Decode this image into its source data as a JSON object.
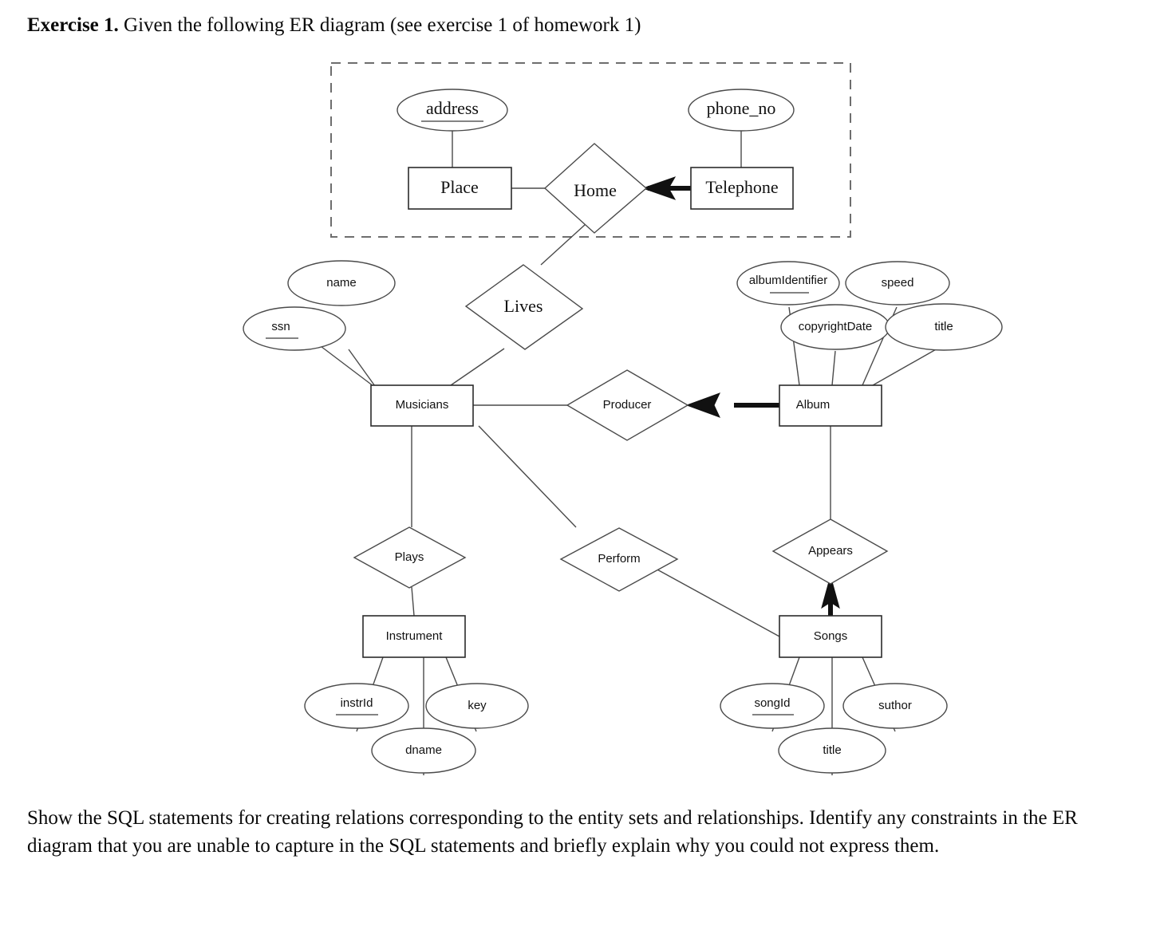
{
  "document": {
    "exercise_label": "Exercise 1.",
    "exercise_text": " Given the following ER diagram (see exercise 1 of homework 1)",
    "closing_paragraph": "Show the SQL statements for creating relations corresponding to the entity sets and relationships. Identify any constraints in the ER diagram that you are unable to capture in the SQL statements and briefly explain why you could not express them."
  },
  "diagram": {
    "type": "entity-relationship-diagram",
    "weak_entity_group_label": "",
    "entities": [
      {
        "id": "place",
        "name": "Place",
        "weak": true
      },
      {
        "id": "telephone",
        "name": "Telephone",
        "weak": true
      },
      {
        "id": "musicians",
        "name": "Musicians",
        "weak": false
      },
      {
        "id": "album",
        "name": "Album",
        "weak": false
      },
      {
        "id": "instrument",
        "name": "Instrument",
        "weak": false
      },
      {
        "id": "songs",
        "name": "Songs",
        "weak": false
      }
    ],
    "relationships": [
      {
        "id": "home",
        "name": "Home"
      },
      {
        "id": "lives",
        "name": "Lives"
      },
      {
        "id": "producer",
        "name": "Producer"
      },
      {
        "id": "plays",
        "name": "Plays"
      },
      {
        "id": "perform",
        "name": "Perform"
      },
      {
        "id": "appears",
        "name": "Appears"
      }
    ],
    "attributes": [
      {
        "id": "address",
        "name": "address",
        "owner": "place",
        "key": true
      },
      {
        "id": "phone_no",
        "name": "phone_no",
        "owner": "telephone",
        "key": false
      },
      {
        "id": "name",
        "name": "name",
        "owner": "musicians",
        "key": false
      },
      {
        "id": "ssn",
        "name": "ssn",
        "owner": "musicians",
        "key": true
      },
      {
        "id": "albumIdentifier",
        "name": "albumIdentifier",
        "owner": "album",
        "key": true
      },
      {
        "id": "speed",
        "name": "speed",
        "owner": "album",
        "key": false
      },
      {
        "id": "copyrightDate",
        "name": "copyrightDate",
        "owner": "album",
        "key": false
      },
      {
        "id": "album_title",
        "name": "title",
        "owner": "album",
        "key": false
      },
      {
        "id": "instrId",
        "name": "instrId",
        "owner": "instrument",
        "key": true
      },
      {
        "id": "instr_key",
        "name": "key",
        "owner": "instrument",
        "key": false
      },
      {
        "id": "dname",
        "name": "dname",
        "owner": "instrument",
        "key": false
      },
      {
        "id": "songId",
        "name": "songId",
        "owner": "songs",
        "key": true
      },
      {
        "id": "suthor",
        "name": "suthor",
        "owner": "songs",
        "key": false
      },
      {
        "id": "song_title",
        "name": "title",
        "owner": "songs",
        "key": false
      }
    ],
    "edges": [
      {
        "from": "place",
        "to": "home",
        "style": "thin"
      },
      {
        "from": "telephone",
        "to": "home",
        "style": "thick-arrow"
      },
      {
        "from": "musicians",
        "to": "lives",
        "style": "thin"
      },
      {
        "from": "lives",
        "to": "home",
        "style": "thin"
      },
      {
        "from": "musicians",
        "to": "producer",
        "style": "thin"
      },
      {
        "from": "album",
        "to": "producer",
        "style": "thick-arrow"
      },
      {
        "from": "musicians",
        "to": "plays",
        "style": "thin"
      },
      {
        "from": "plays",
        "to": "instrument",
        "style": "thin"
      },
      {
        "from": "musicians",
        "to": "perform",
        "style": "thin"
      },
      {
        "from": "perform",
        "to": "songs",
        "style": "thin"
      },
      {
        "from": "album",
        "to": "appears",
        "style": "thin"
      },
      {
        "from": "songs",
        "to": "appears",
        "style": "thick-arrow"
      }
    ]
  }
}
